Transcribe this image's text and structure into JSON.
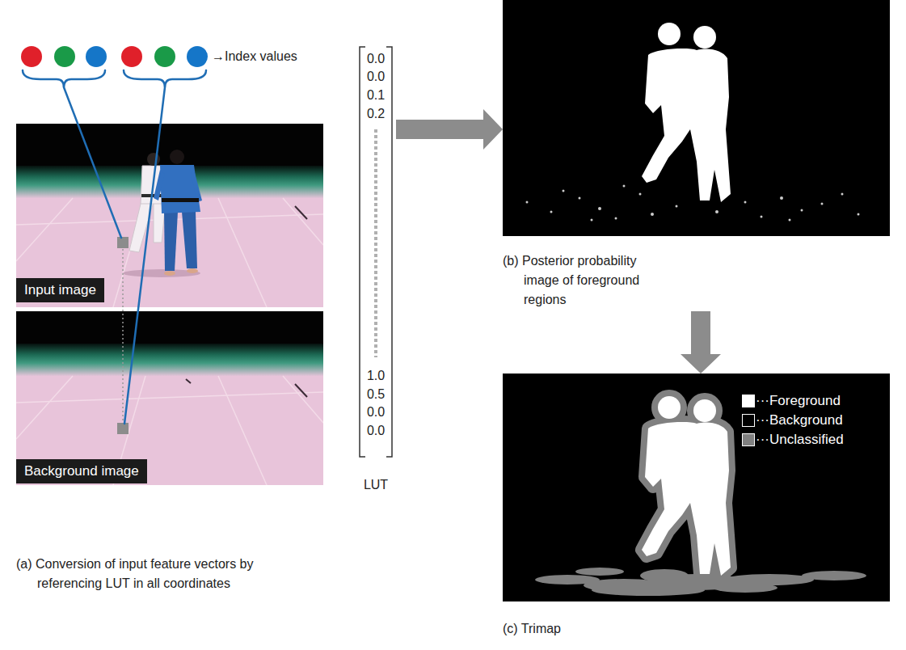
{
  "diagram": {
    "nodes": [
      {
        "text": [
          "Input image"
        ]
      },
      {
        "text": [
          "Background image"
        ]
      },
      {
        "text": [
          "0.0",
          "0.0",
          "0.1",
          "0.2",
          "1.0",
          "0.5",
          "0.0",
          "0.0",
          "LUT"
        ]
      },
      {
        "text": [
          "(b) Posterior probability image of foreground regions"
        ]
      },
      {
        "text": [
          "(c) Trimap"
        ]
      }
    ],
    "edges": [
      {
        "from": 2,
        "to": 3,
        "arrow": "to"
      },
      {
        "from": 3,
        "to": 4,
        "arrow": "to"
      }
    ],
    "labels": [
      "→Index values",
      "(a) Conversion of input feature vectors by referencing LUT in all coordinates"
    ],
    "legend": [
      {
        "text": "···Foreground",
        "color": "#ffffff"
      },
      {
        "text": "···Background",
        "color": "#000000"
      },
      {
        "text": "···Unclassified",
        "color": "#808080"
      }
    ]
  }
}
